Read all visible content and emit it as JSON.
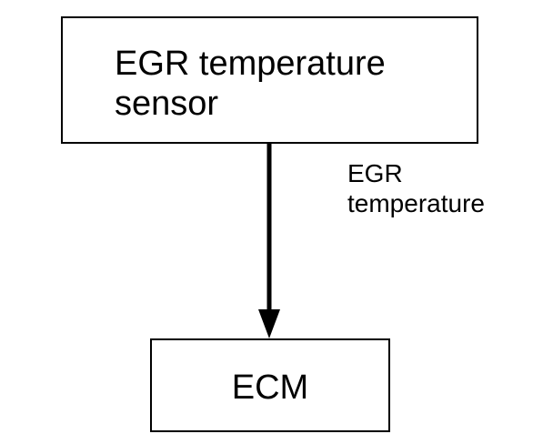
{
  "nodes": {
    "sensor": {
      "label": "EGR temperature\nsensor"
    },
    "ecm": {
      "label": "ECM"
    }
  },
  "edges": [
    {
      "from": "sensor",
      "to": "ecm",
      "label": "EGR\ntemperature"
    }
  ],
  "colors": {
    "line": "#000000",
    "background": "#ffffff"
  }
}
